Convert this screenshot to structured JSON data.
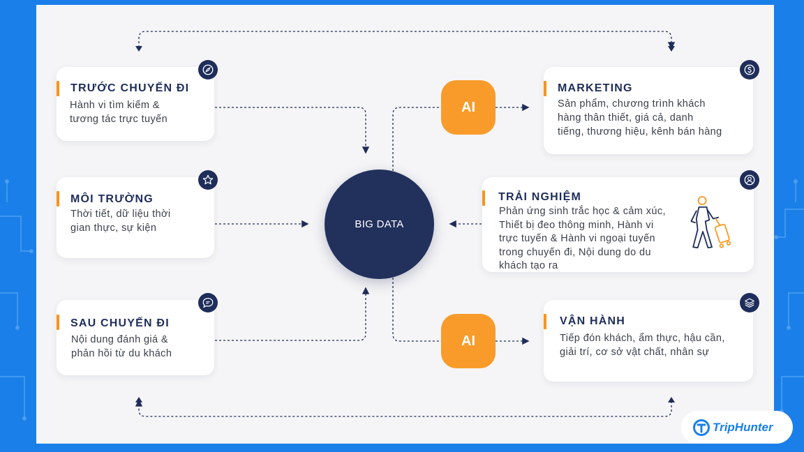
{
  "center": {
    "label": "BIG DATA"
  },
  "ai_badges": {
    "top": "AI",
    "bottom": "AI"
  },
  "cards": {
    "before_trip": {
      "title": "TRƯỚC CHUYẾN ĐI",
      "lines": [
        "Hành vi tìm kiếm &",
        "tương tác trực tuyến"
      ],
      "icon": "compass-icon"
    },
    "environment": {
      "title": "MÔI TRƯỜNG",
      "lines": [
        "Thời tiết, dữ liệu thời",
        "gian thực, sự kiện"
      ],
      "icon": "star-icon"
    },
    "after_trip": {
      "title": "SAU CHUYẾN ĐI",
      "lines": [
        "Nội dung đánh giá &",
        "phản hồi từ du khách"
      ],
      "icon": "chat-icon"
    },
    "marketing": {
      "title": "MARKETING",
      "lines": [
        "Sản phẩm, chương trình khách",
        "hàng thân thiết, giá cả, danh",
        "tiếng, thương hiệu, kênh bán hàng"
      ],
      "icon": "dollar-icon"
    },
    "experience": {
      "title": "TRẢI NGHIỆM",
      "lines": [
        "Phản ứng sinh trắc học & cảm xúc,",
        "Thiết bị đeo thông minh, Hành vi",
        "trực tuyến & Hành vi ngoại tuyến",
        "trong chuyến đi, Nội dung do du",
        "khách tạo ra"
      ],
      "icon": "user-icon"
    },
    "operations": {
      "title": "VẬN HÀNH",
      "lines": [
        "Tiếp đón khách, ẩm thực, hậu cần,",
        "giải trí, cơ sở vật chất, nhân sự"
      ],
      "icon": "layers-icon"
    }
  },
  "logo": {
    "text": "TripHunter"
  },
  "colors": {
    "background": "#1a7fe8",
    "panel": "#f5f5f7",
    "navy": "#22305c",
    "orange": "#f89b2a"
  }
}
